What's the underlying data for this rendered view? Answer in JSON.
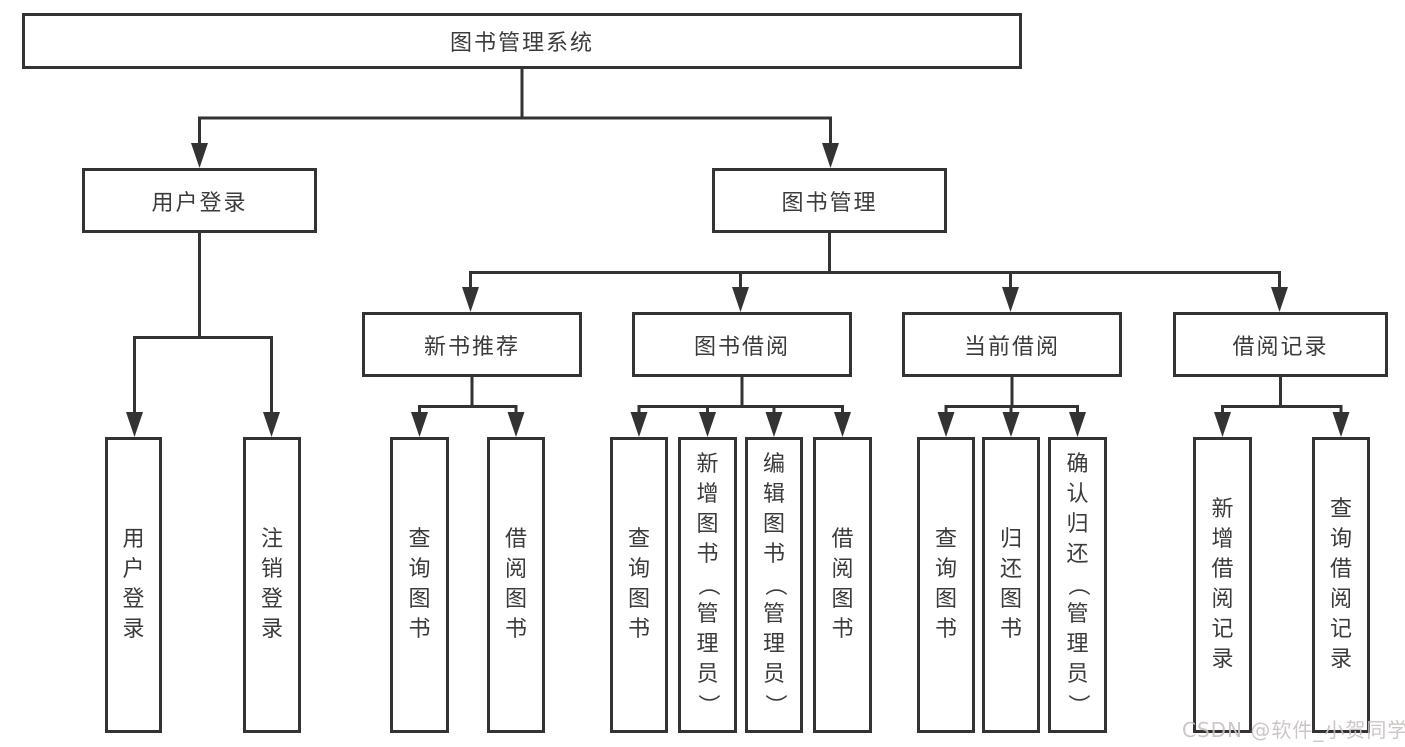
{
  "diagram": {
    "root": {
      "label": "图书管理系统"
    },
    "level2": [
      {
        "label": "用户登录"
      },
      {
        "label": "图书管理"
      }
    ],
    "level3": [
      {
        "label": "新书推荐"
      },
      {
        "label": "图书借阅"
      },
      {
        "label": "当前借阅"
      },
      {
        "label": "借阅记录"
      }
    ],
    "leaves": [
      {
        "label": "用户登录"
      },
      {
        "label": "注销登录"
      },
      {
        "label": "查询图书"
      },
      {
        "label": "借阅图书"
      },
      {
        "label": "查询图书"
      },
      {
        "label": "新增图书（管理员）"
      },
      {
        "label": "编辑图书（管理员）"
      },
      {
        "label": "借阅图书"
      },
      {
        "label": "查询图书"
      },
      {
        "label": "归还图书"
      },
      {
        "label": "确认归还（管理员）"
      },
      {
        "label": "新增借阅记录"
      },
      {
        "label": "查询借阅记录"
      }
    ],
    "watermark": "CSDN @软件_小贺同学",
    "colors": {
      "line": "#333333",
      "text": "#3b3b3b",
      "background": "#ffffff",
      "watermark": "#c9c1c1"
    }
  }
}
